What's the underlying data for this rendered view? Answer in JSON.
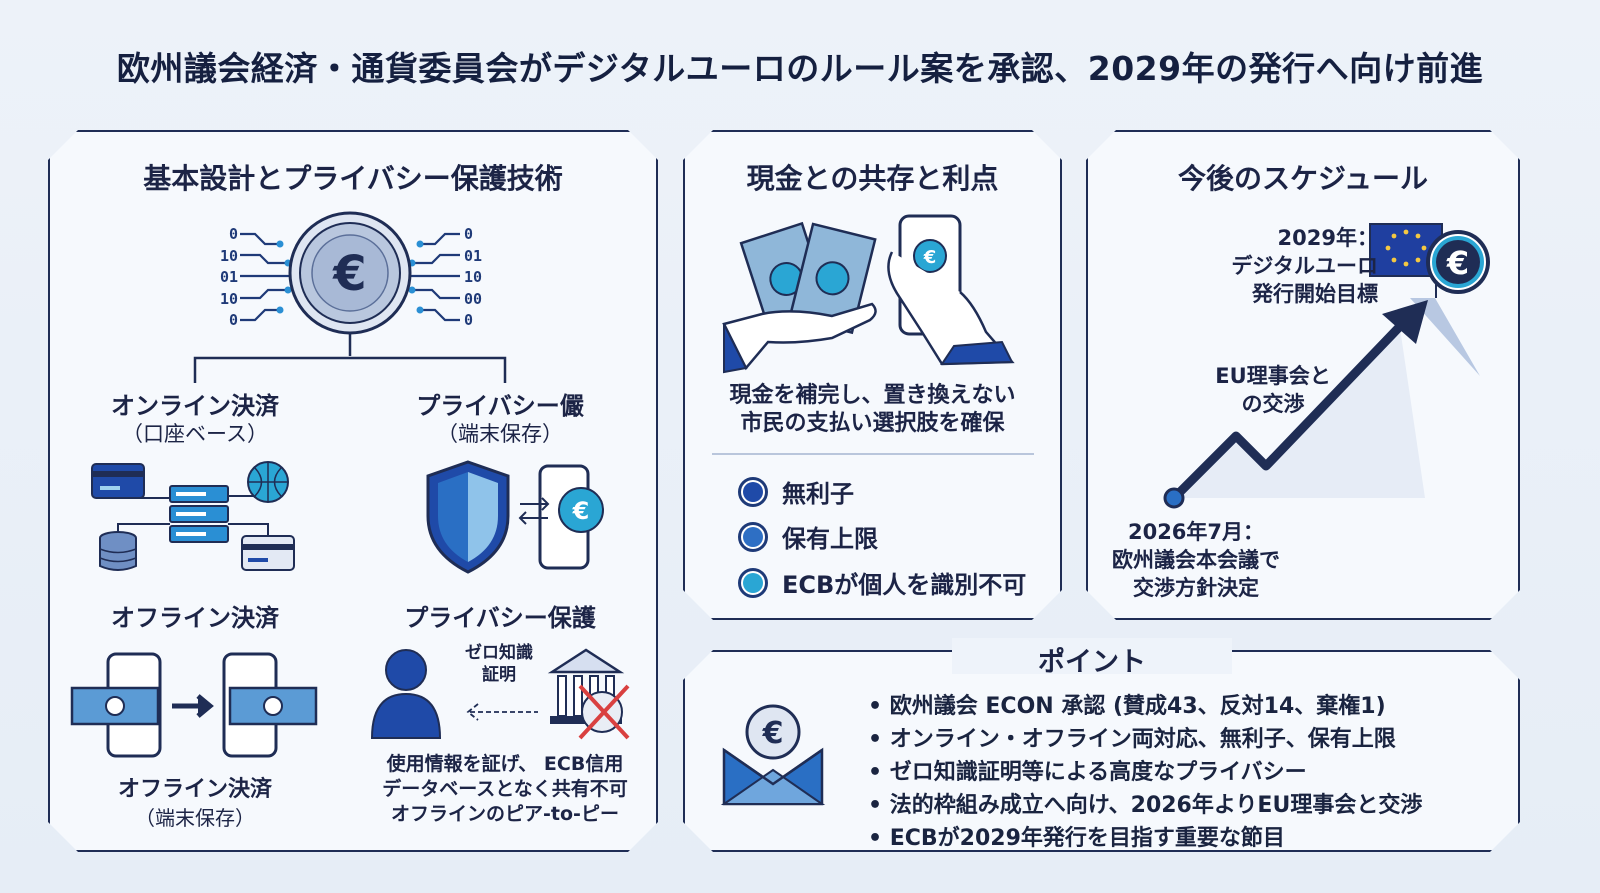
{
  "title": "欧州議会経済・通貨委員会がデジタルユーロのルール案を承認、2029年の発行へ向け前進",
  "left_panel": {
    "title": "基本設計とプライバシー保護技術",
    "left_binary": [
      "0",
      "10",
      "01",
      "10",
      "0"
    ],
    "right_binary": [
      "0",
      "01",
      "10",
      "00",
      "0"
    ],
    "online_label_1": "オンライン決済",
    "online_label_2": "（口座ベース）",
    "privacy_label_1": "プライバシー儼",
    "privacy_label_2": "（端末保存）",
    "offline_label": "オフライン決済",
    "privacy_protect_label": "プライバシー保護",
    "offline_device_label_1": "オフライン決済",
    "offline_device_label_2": "（端末保存）",
    "zk_label_1": "ゼロ知識",
    "zk_label_2": "証明",
    "zk_desc_1": "使用情報を証げ、 ECB信用",
    "zk_desc_2": "データベースとなく共有不可",
    "zk_desc_3": "オフラインのピア-to-ピー"
  },
  "mid_panel": {
    "title": "現金との共存と利点",
    "desc_1": "現金を補完し、置き換えない",
    "desc_2": "市民の支払い選択肢を確保",
    "bullets": [
      {
        "label": "無利子",
        "color": "#1f4aa8"
      },
      {
        "label": "保有上限",
        "color": "#2e6fc4"
      },
      {
        "label": "ECBが個人を識別不可",
        "color": "#2aa6d4"
      }
    ]
  },
  "right_panel": {
    "title": "今後のスケジュール",
    "goal_1": "2029年：",
    "goal_2": "デジタルユーロ",
    "goal_3": "発行開始目標",
    "mid_1": "EU理事会と",
    "mid_2": "の交渉",
    "start_1": "2026年7月：",
    "start_2": "欧州議会本会議で",
    "start_3": "交渉方針決定"
  },
  "points": {
    "title": "ポイント",
    "items": [
      "欧州議会 ECON 承認 (賛成43、反対14、棄権1)",
      "オンライン・オフライン両対応、無利子、保有上限",
      "ゼロ知識証明等による高度なプライバシー",
      "法的枠組み成立へ向け、2026年よりEU理事会と交渉",
      "ECBが2029年発行を目指す重要な節目"
    ]
  },
  "colors": {
    "navy": "#1f2d55",
    "blue": "#1f4aa8",
    "light_blue": "#2aa6d4",
    "red": "#d94040"
  },
  "icons": {
    "euro": "€"
  }
}
